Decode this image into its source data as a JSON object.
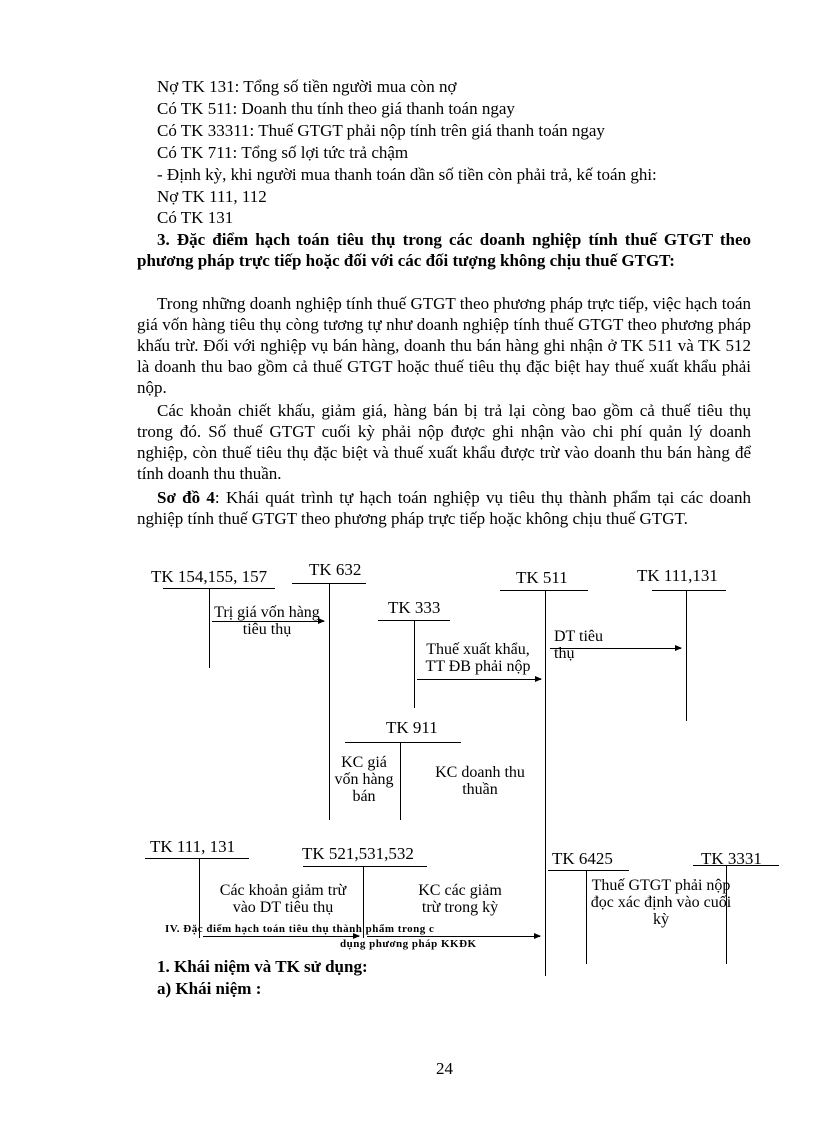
{
  "entries": {
    "l1": "Nợ TK 131: Tổng số tiền người mua còn nợ",
    "l2": "Có TK 511: Doanh thu tính theo giá thanh toán ngay",
    "l3": "Có TK 33311: Thuế GTGT phải nộp tính trên giá thanh toán ngay",
    "l4": "Có TK 711: Tổng số lợi tức trả chậm",
    "l5": "- Định kỳ, khi người mua thanh toán dần số tiền còn phải trả, kế toán ghi:",
    "l6": "Nợ TK 111, 112",
    "l7": "Có TK 131"
  },
  "section3": {
    "heading": "3. Đặc điểm hạch toán tiêu thụ trong các doanh nghiệp tính thuế GTGT theo phương pháp trực tiếp hoặc đối với các đối tượng không chịu thuế GTGT:",
    "p1": "Trong những doanh nghiệp tính thuế GTGT theo phương pháp trực tiếp, việc hạch toán giá vốn hàng tiêu thụ còng tương tự như doanh nghiệp tính thuế GTGT theo phương pháp khấu trừ. Đối với nghiệp vụ bán hàng, doanh thu bán hàng ghi nhận ở TK 511 và TK 512 là doanh thu bao gồm cả thuế GTGT hoặc thuế tiêu thụ đặc biệt hay thuế xuất khẩu phải nộp.",
    "p2": "Các khoản chiết khấu, giảm giá, hàng bán bị trả lại còng bao gồm cả thuế tiêu thụ trong đó. Số thuế GTGT cuối kỳ phải nộp được ghi nhận vào chi phí quản lý doanh nghiệp, còn thuế tiêu thụ đặc biệt và thuế xuất khẩu được trừ vào doanh thu bán hàng để tính doanh thu thuần.",
    "scheme_label": "Sơ đồ 4",
    "scheme_text": ": Khái quát trình tự hạch toán nghiệp vụ tiêu thụ thành phẩm tại các doanh nghiệp tính thuế GTGT theo phương pháp trực tiếp hoặc không chịu thuế GTGT."
  },
  "diagram": {
    "tk154": "TK 154,155, 157",
    "tk632": "TK  632",
    "tk511": "TK 511",
    "tk111a": "TK 111,131",
    "tk333": "TK 333",
    "tk911": "TK 911",
    "tk111b": "TK 111, 131",
    "tk521": "TK 521,531,532",
    "tk6425": "TK 6425",
    "tk3331": "TK 3331",
    "t_trigia": "Trị giá vốn hàng tiêu thụ",
    "t_thuexk": "Thuế  xuất khẩu, TT ĐB phải nộp",
    "t_dt": "DT tiêu thụ",
    "t_kcgia": "KC giá vốn hàng bán",
    "t_kcdt": "KC doanh thu  thuần",
    "t_giamtru": "Các khoản giảm trừ vào DT tiêu thụ",
    "t_kcgiamtru": "KC các giảm trừ trong kỳ",
    "t_thue": "Thuế GTGT phải nộp đọc   xác định vào cuối kỳ"
  },
  "section4": {
    "heading_l1": "IV. Đặc điểm hạch toán tiêu thụ thành phẩm trong c",
    "heading_l2": "dụng phương pháp KKĐK",
    "sub1": "1. Khái niệm và TK sử dụng:",
    "sub2": "a) Khái niệm :"
  },
  "page_number": "24"
}
